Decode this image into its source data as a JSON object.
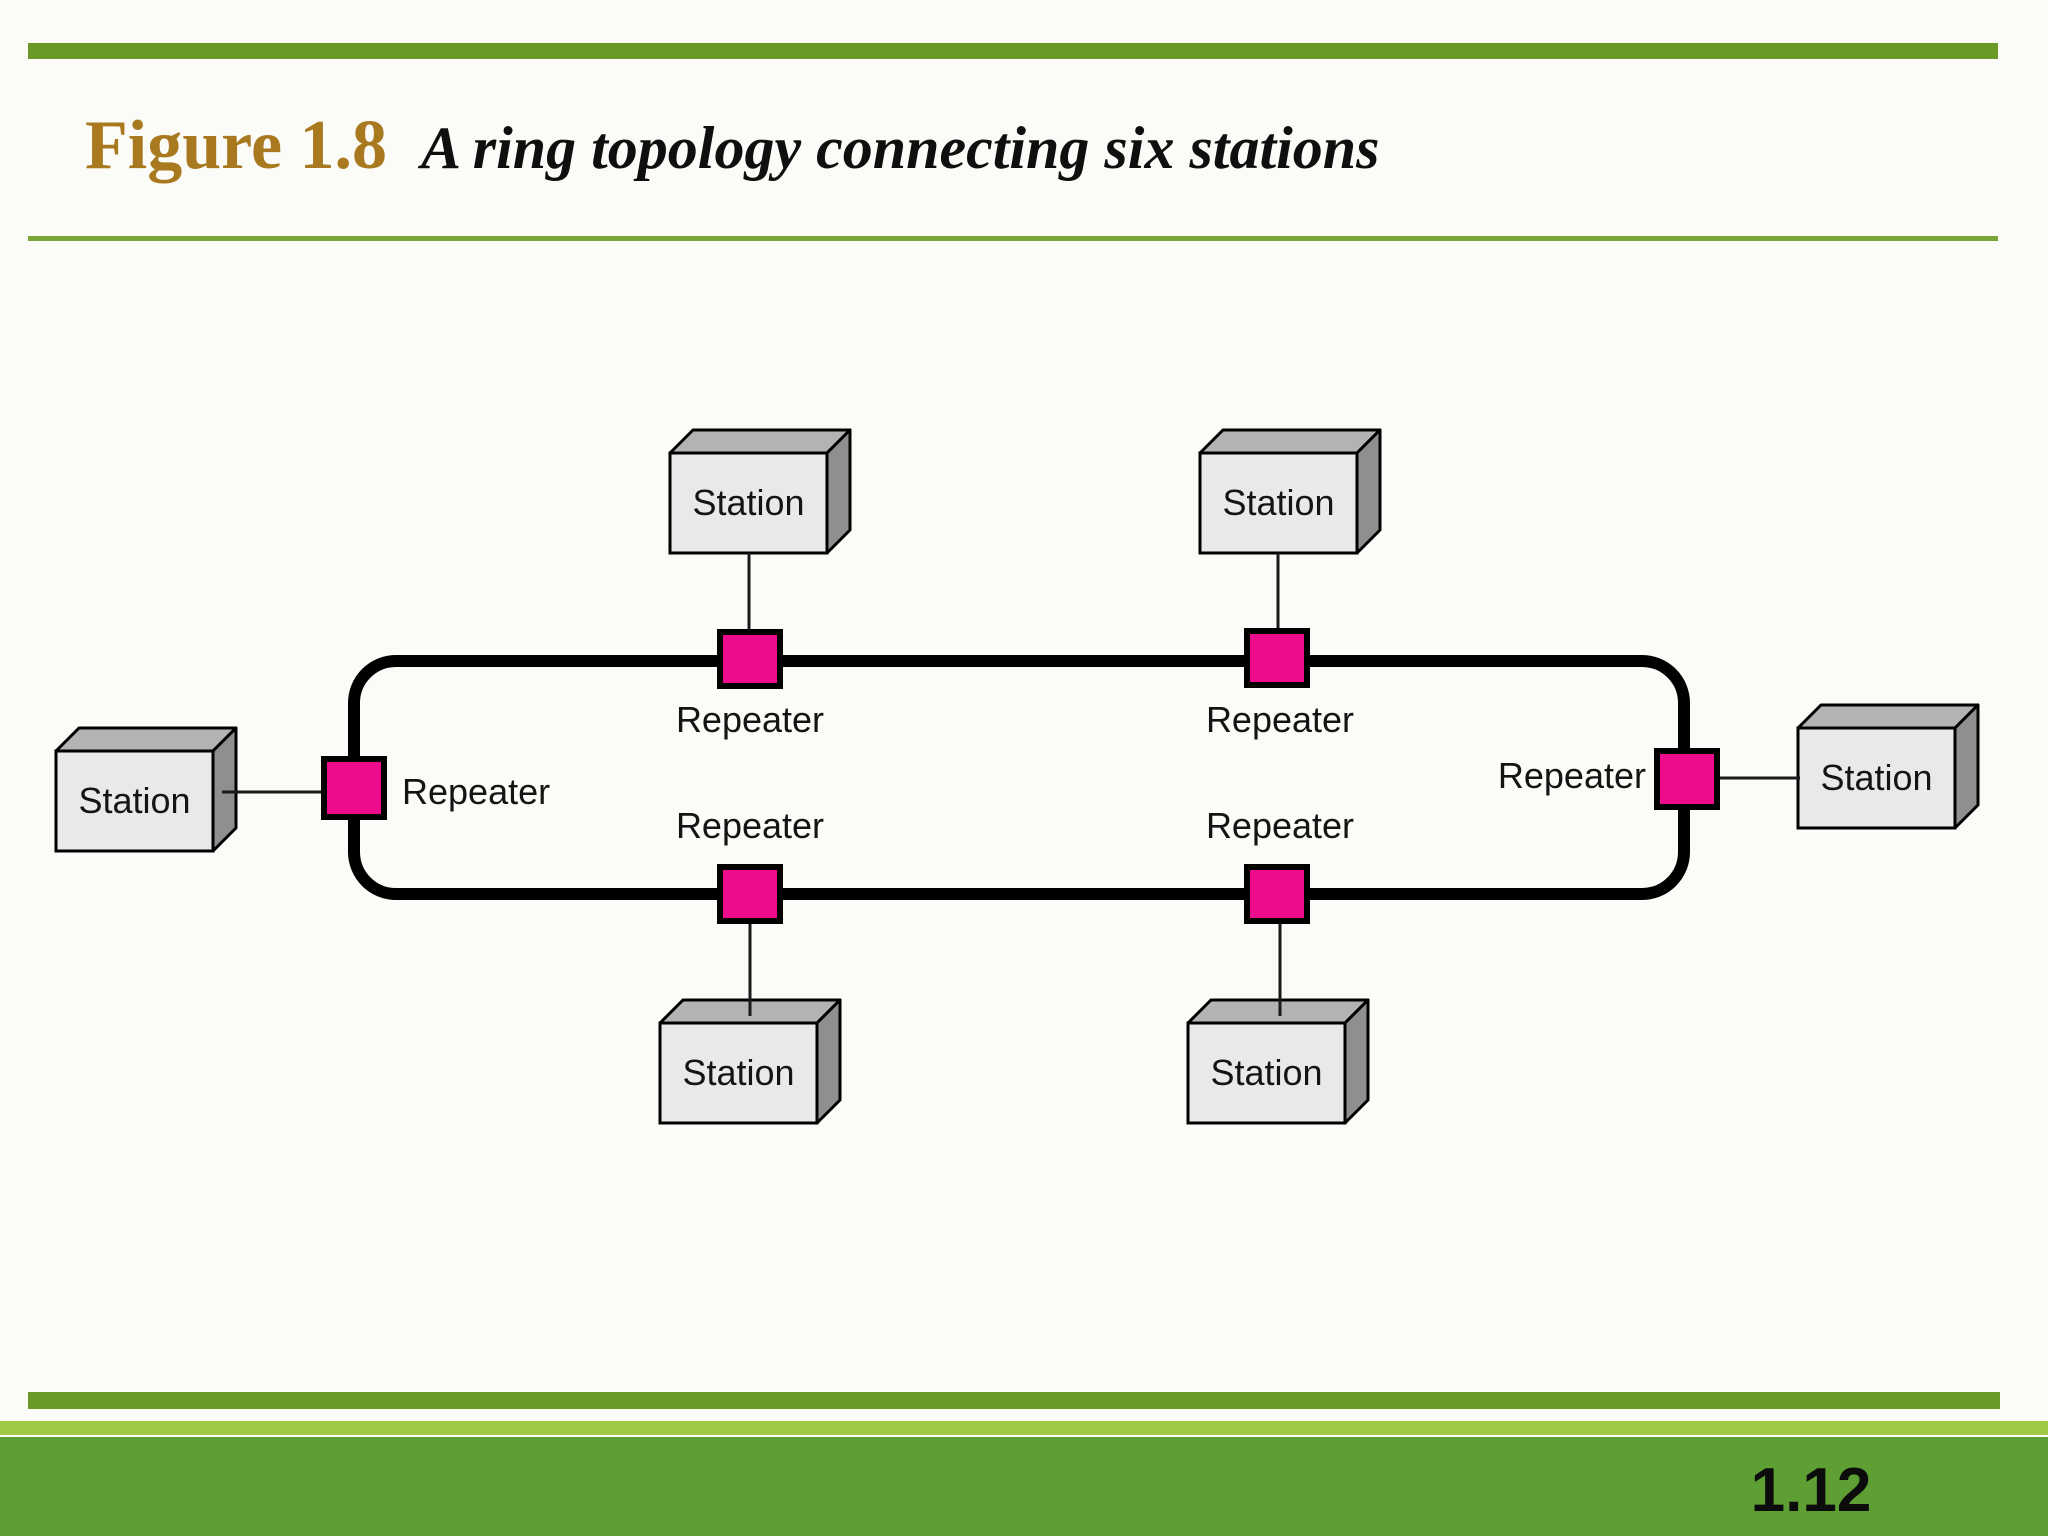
{
  "header": {
    "figure_label": "Figure 1.8",
    "caption": "A ring topology connecting six stations"
  },
  "footer": {
    "page_number": "1.12"
  },
  "diagram": {
    "type": "network-ring-topology",
    "stations": [
      {
        "id": "top-left",
        "label": "Station"
      },
      {
        "id": "top-right",
        "label": "Station"
      },
      {
        "id": "left",
        "label": "Station"
      },
      {
        "id": "right",
        "label": "Station"
      },
      {
        "id": "bottom-left",
        "label": "Station"
      },
      {
        "id": "bottom-right",
        "label": "Station"
      }
    ],
    "repeaters": [
      {
        "id": "top-left",
        "label": "Repeater"
      },
      {
        "id": "top-right",
        "label": "Repeater"
      },
      {
        "id": "left",
        "label": "Repeater"
      },
      {
        "id": "right",
        "label": "Repeater"
      },
      {
        "id": "bottom-left",
        "label": "Repeater"
      },
      {
        "id": "bottom-right",
        "label": "Repeater"
      }
    ],
    "colors": {
      "repeater_fill": "#ee0b8c",
      "ring_stroke": "#000000",
      "station_front_face": "#e9e9e9",
      "station_top_face": "#b3b3b3",
      "station_side_face": "#8f8f8f",
      "header_bar_green": "#6b9928",
      "divider_green": "#79a437",
      "footer_light_green": "#9fc845",
      "footer_panel_green": "#5d9f33",
      "figure_label_color": "#a9791f"
    }
  }
}
